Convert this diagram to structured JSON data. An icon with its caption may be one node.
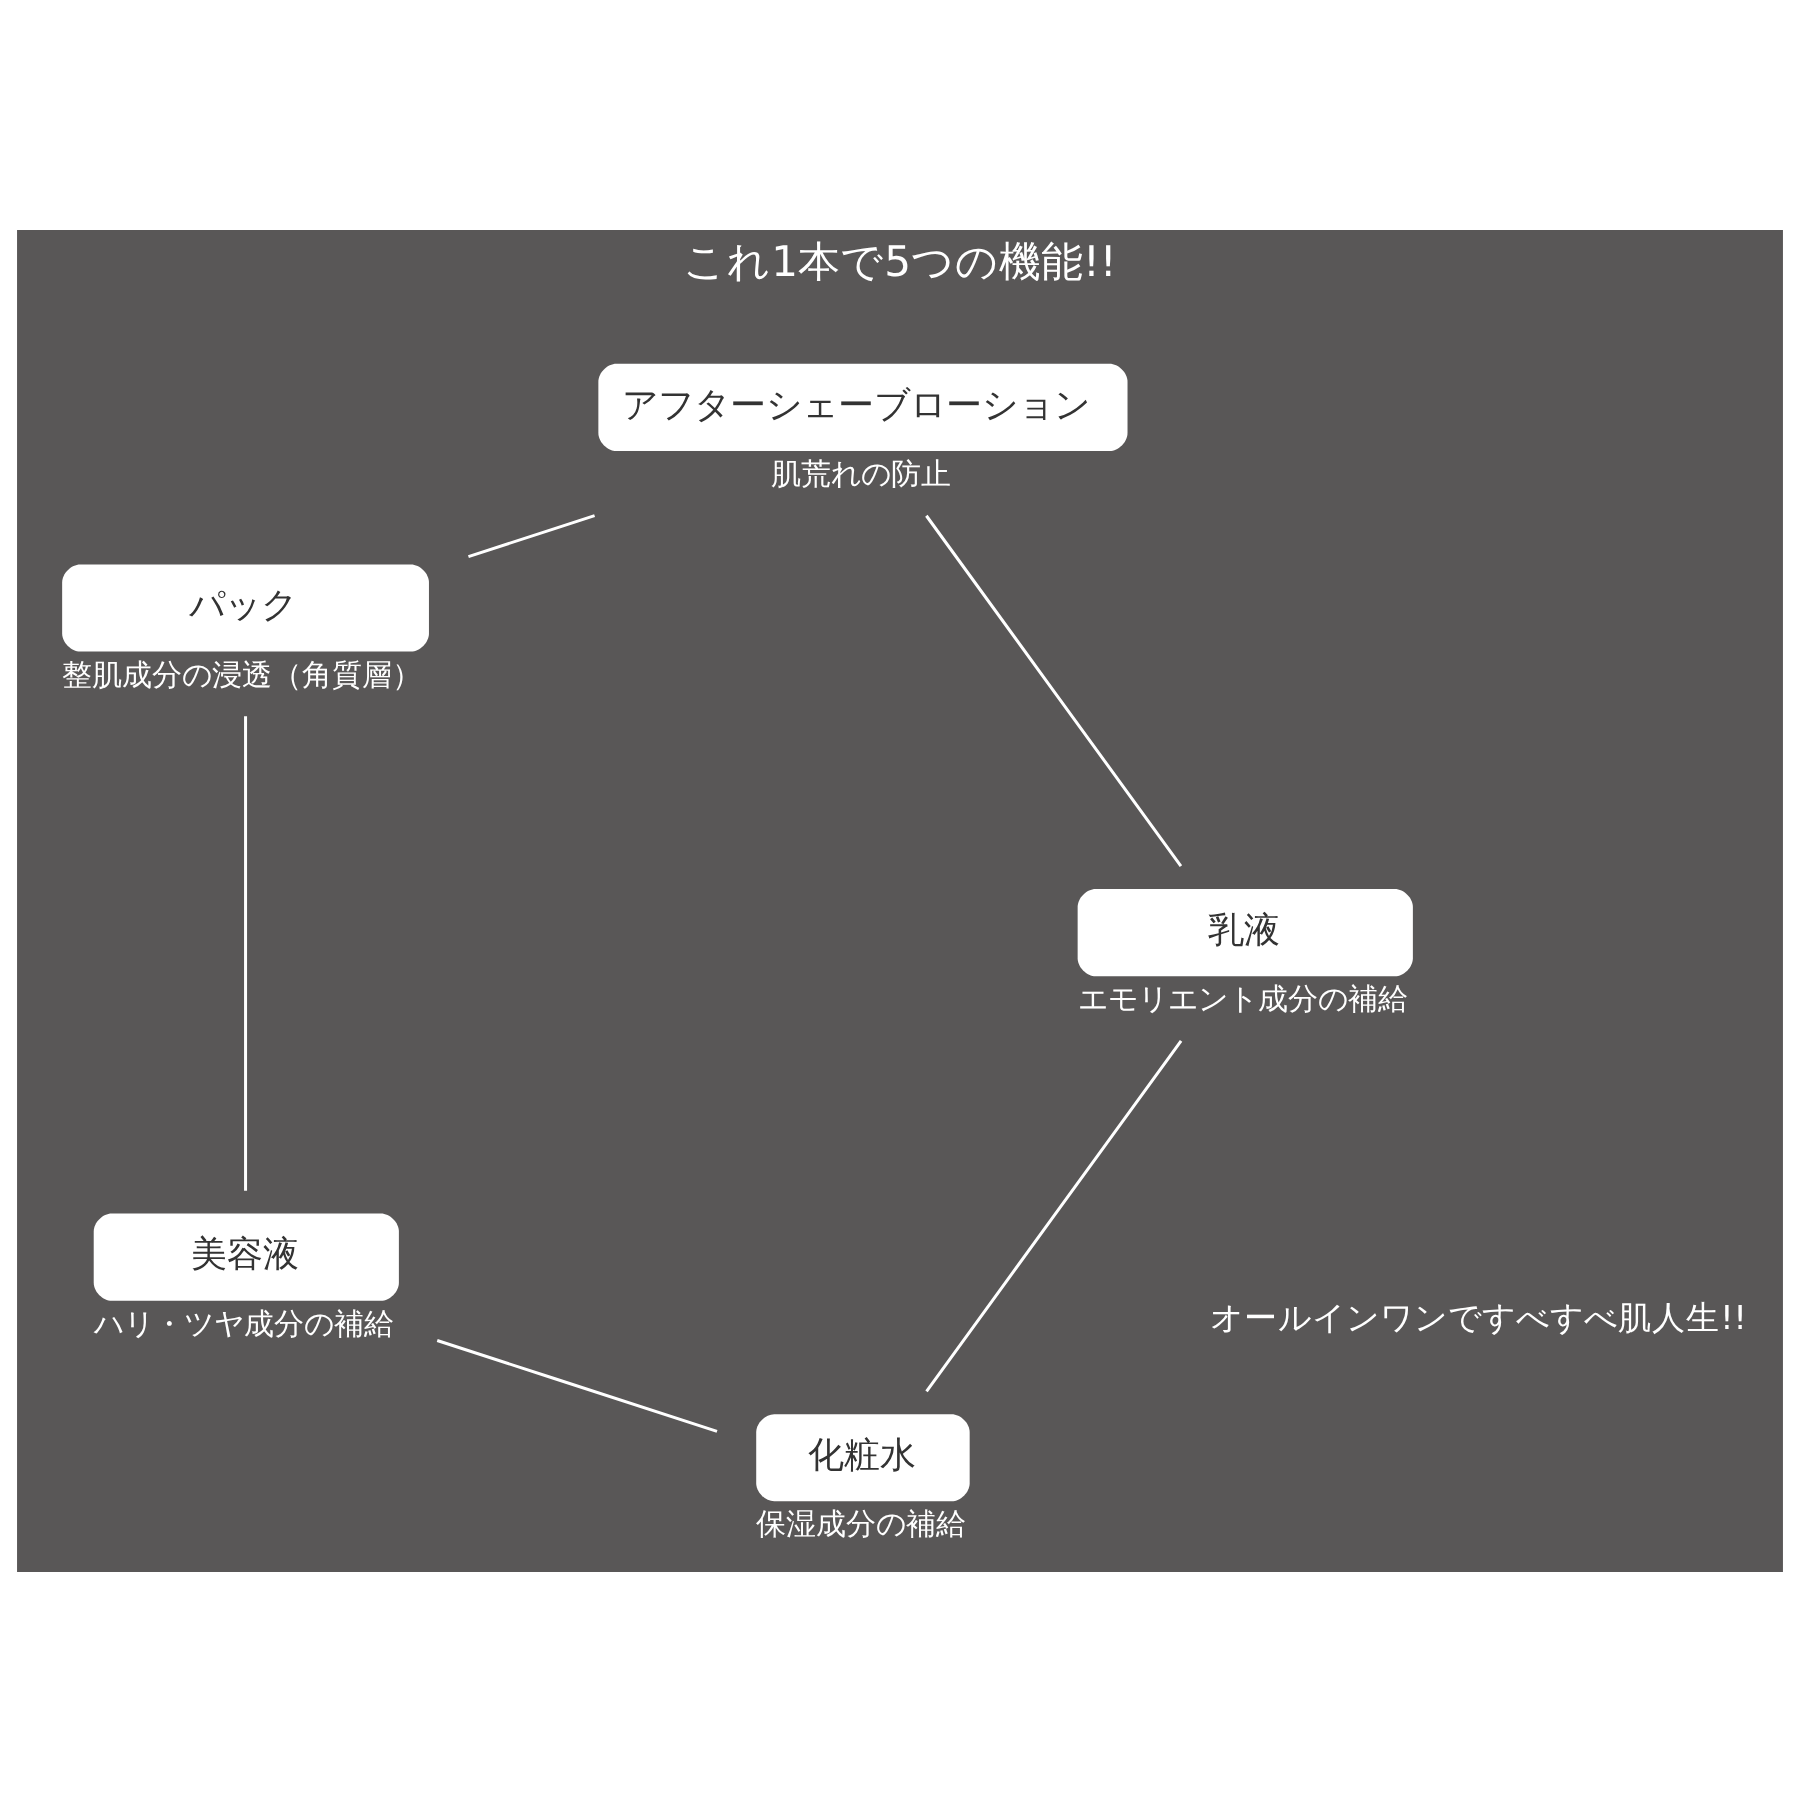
{
  "diagram": {
    "title": "これ1本で5つの機能!!",
    "nodes": [
      {
        "text": [
          "化粧水"
        ],
        "beside": [
          "保湿成分の補給"
        ]
      },
      {
        "text": [
          "美容液"
        ],
        "beside": [
          "ハリ・ツヤ成分の補給"
        ]
      },
      {
        "text": [
          "パック"
        ],
        "beside": [
          "整肌成分の浸透（角質層）"
        ]
      },
      {
        "text": [
          "アフターシェーブローション"
        ],
        "beside": [
          "肌荒れの防止"
        ]
      },
      {
        "text": [
          "乳液"
        ],
        "beside": [
          "エモリエント成分の補給"
        ]
      }
    ],
    "edges": [
      {
        "from": 0,
        "to": 1,
        "arrow": "none"
      },
      {
        "from": 1,
        "to": 2,
        "arrow": "none"
      },
      {
        "from": 2,
        "to": 3,
        "arrow": "none"
      },
      {
        "from": 3,
        "to": 4,
        "arrow": "none"
      },
      {
        "from": 4,
        "to": 0,
        "arrow": "none"
      }
    ],
    "labels": [
      "オールインワンですべすべ肌人生!!"
    ]
  }
}
